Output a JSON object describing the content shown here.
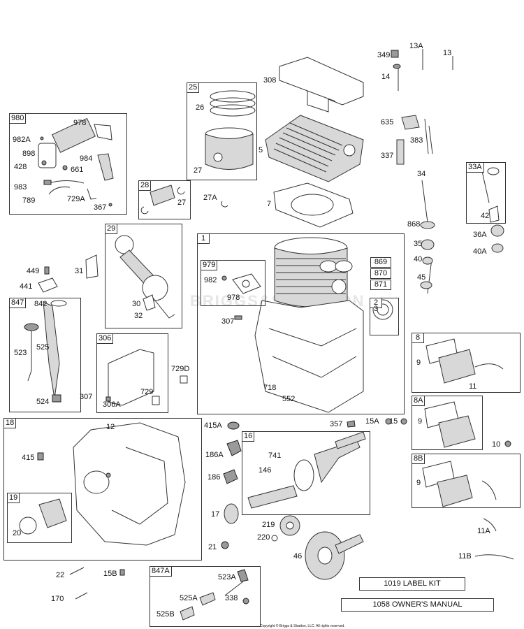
{
  "watermark": "BRIGGS&STRATTON",
  "copyright": "Copyright © Briggs & Stratton, LLC. All rights reserved.",
  "buttons": {
    "label_kit": "1019 LABEL KIT",
    "owners_manual": "1058 OWNER'S MANUAL"
  },
  "groups": {
    "g980": "980",
    "g25": "25",
    "g28": "28",
    "g29": "29",
    "g1": "1",
    "g979": "979",
    "g869": "869",
    "g870": "870",
    "g871": "871",
    "g2": "2",
    "g847": "847",
    "g306": "306",
    "g33A": "33A",
    "g8": "8",
    "g8A": "8A",
    "g8B": "8B",
    "g18": "18",
    "g19": "19",
    "g16": "16",
    "g847A": "847A"
  },
  "labels": {
    "l308": "308",
    "l349": "349",
    "l13A": "13A",
    "l13": "13",
    "l14": "14",
    "l978a": "978",
    "l982A": "982A",
    "l898": "898",
    "l984": "984",
    "l428": "428",
    "l661": "661",
    "l983": "983",
    "l729A": "729A",
    "l789": "789",
    "l367": "367",
    "l26": "26",
    "l27a": "27",
    "l5": "5",
    "l635": "635",
    "l383": "383",
    "l337": "337",
    "l27b": "27",
    "l27A": "27A",
    "l7": "7",
    "l34": "34",
    "l42": "42",
    "l868": "868",
    "l36A": "36A",
    "l35": "35",
    "l40A": "40A",
    "l40": "40",
    "l45": "45",
    "l31": "31",
    "l449": "449",
    "l441": "441",
    "l30": "30",
    "l32": "32",
    "l982": "982",
    "l978b": "978",
    "l307a": "307",
    "l3": "3",
    "l842": "842",
    "l525": "525",
    "l523": "523",
    "l524": "524",
    "l729D": "729D",
    "l729": "729",
    "l307b": "307",
    "l306A": "306A",
    "l718": "718",
    "l552": "552",
    "l9a": "9",
    "l11": "11",
    "l9b": "9",
    "l10": "10",
    "l9c": "9",
    "l12": "12",
    "l415A": "415A",
    "l357": "357",
    "l15A": "15A",
    "l15": "15",
    "l415": "415",
    "l186A": "186A",
    "l741": "741",
    "l146": "146",
    "l186": "186",
    "l20": "20",
    "l17": "17",
    "l219": "219",
    "l220": "220",
    "l21": "21",
    "l11A": "11A",
    "l46": "46",
    "l11B": "11B",
    "l22": "22",
    "l15B": "15B",
    "l523A": "523A",
    "l170": "170",
    "l525A": "525A",
    "l338": "338",
    "l525B": "525B"
  }
}
